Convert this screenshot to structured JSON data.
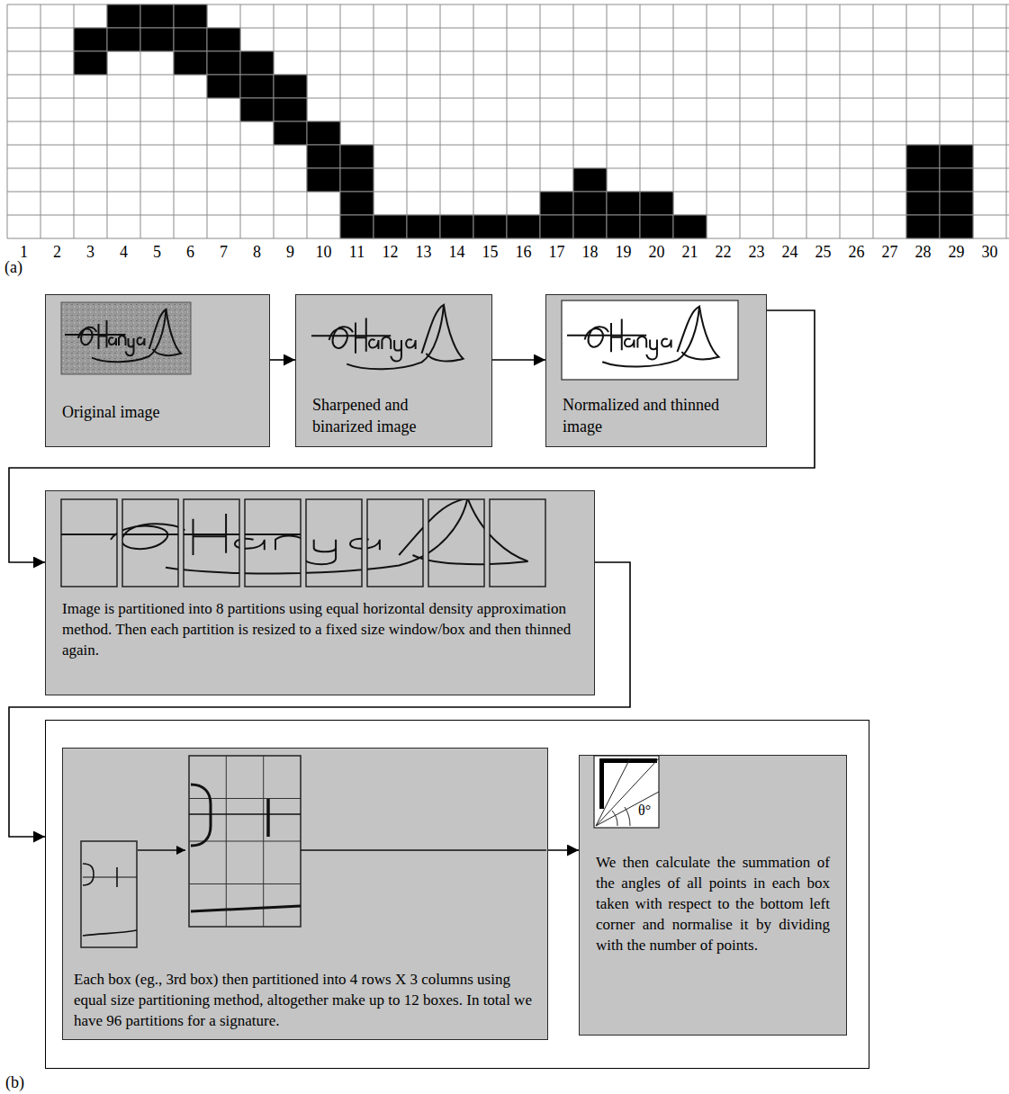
{
  "diagram": {
    "nodes": [
      {
        "text": [
          "Original image"
        ]
      },
      {
        "text": [
          "Sharpened and binarized image"
        ]
      },
      {
        "text": [
          "Normalized and thinned image"
        ]
      },
      {
        "text": [
          "Image is partitioned into 8 partitions using equal horizontal density approximation method. Then each partition is resized to a fixed size window/box and then thinned again."
        ]
      },
      {
        "text": [
          "(b)"
        ]
      },
      {
        "text": [
          "Each box (eg., 3rd box) then partitioned into 4 rows X 3 columns using equal size partitioning method, altogether make up to 12 boxes. In total we have 96 partitions for a signature."
        ],
        "in": 4
      },
      {
        "text": [
          "We then calculate the summation of the angles of all points in each box taken with respect to the bottom left corner and normalise it by dividing with the number of points."
        ],
        "in": 4
      }
    ],
    "edges": [
      {
        "from": 0,
        "to": 1,
        "arrow": "to"
      },
      {
        "from": 1,
        "to": 2,
        "arrow": "to"
      },
      {
        "from": 2,
        "to": 3,
        "arrow": "to"
      },
      {
        "from": 3,
        "to": 4,
        "arrow": "to"
      },
      {
        "from": 5,
        "to": 6,
        "arrow": "to"
      }
    ],
    "labels": [
      "1",
      "2",
      "3",
      "4",
      "5",
      "6",
      "7",
      "8",
      "9",
      "10",
      "11",
      "12",
      "13",
      "14",
      "15",
      "16",
      "17",
      "18",
      "19",
      "20",
      "21",
      "22",
      "23",
      "24",
      "25",
      "26",
      "27",
      "28",
      "29",
      "30",
      "(a)",
      "θ°"
    ]
  }
}
